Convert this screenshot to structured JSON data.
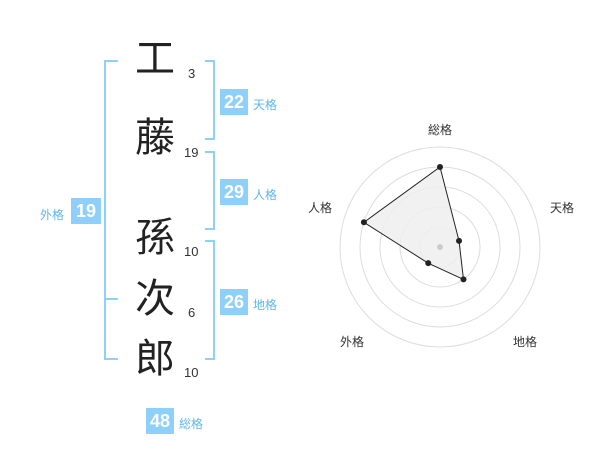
{
  "name": {
    "chars": [
      {
        "char": "工",
        "strokes": "3"
      },
      {
        "char": "藤",
        "strokes": "19"
      },
      {
        "char": "孫",
        "strokes": "10"
      },
      {
        "char": "次",
        "strokes": "6"
      },
      {
        "char": "郎",
        "strokes": "10"
      }
    ]
  },
  "fortunes": {
    "tenkaku": {
      "label": "天格",
      "value": "22"
    },
    "jinkaku": {
      "label": "人格",
      "value": "29"
    },
    "chikaku": {
      "label": "地格",
      "value": "26"
    },
    "gaikaku": {
      "label": "外格",
      "value": "19"
    },
    "soukaku": {
      "label": "総格",
      "value": "48"
    }
  },
  "radar": {
    "axes": [
      "総格",
      "天格",
      "地格",
      "外格",
      "人格"
    ],
    "values": [
      4,
      1,
      2,
      1,
      4
    ],
    "max": 5,
    "colors": {
      "ring": "#dddddd",
      "fill": "#eeeeee",
      "line": "#222222",
      "center": "#cccccc"
    }
  },
  "colors": {
    "accent": "#8fd0fb",
    "accent_text": "#5fb6ec"
  }
}
